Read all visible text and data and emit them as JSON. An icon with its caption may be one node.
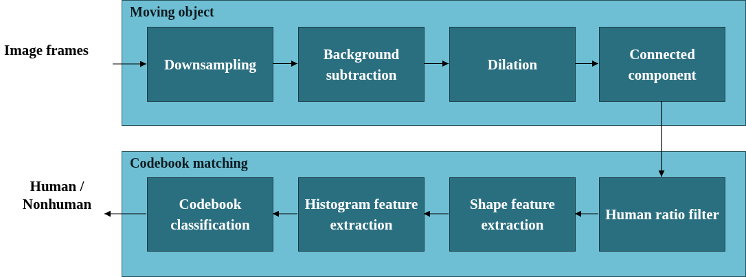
{
  "diagram": {
    "nodes": [
      {
        "text": [
          "Moving object"
        ]
      },
      {
        "text": [
          "Downsampling"
        ],
        "in": 0
      },
      {
        "text": [
          "Background subtraction"
        ],
        "in": 0
      },
      {
        "text": [
          "Dilation"
        ],
        "in": 0
      },
      {
        "text": [
          "Connected component"
        ],
        "in": 0
      },
      {
        "text": [
          "Codebook matching"
        ]
      },
      {
        "text": [
          "Codebook classification"
        ],
        "in": 5
      },
      {
        "text": [
          "Histogram feature extraction"
        ],
        "in": 5
      },
      {
        "text": [
          "Shape feature extraction"
        ],
        "in": 5
      },
      {
        "text": [
          "Human ratio filter"
        ],
        "in": 5
      },
      {
        "text": [
          "Image frames"
        ]
      },
      {
        "text": [
          "Human / Nonhuman"
        ]
      }
    ],
    "edges": [
      {
        "from": 10,
        "to": 1,
        "arrow": "to"
      },
      {
        "from": 1,
        "to": 2,
        "arrow": "to"
      },
      {
        "from": 2,
        "to": 3,
        "arrow": "to"
      },
      {
        "from": 3,
        "to": 4,
        "arrow": "to"
      },
      {
        "from": 4,
        "to": 9,
        "arrow": "to"
      },
      {
        "from": 9,
        "to": 8,
        "arrow": "to"
      },
      {
        "from": 8,
        "to": 7,
        "arrow": "to"
      },
      {
        "from": 7,
        "to": 6,
        "arrow": "to"
      },
      {
        "from": 6,
        "to": 11,
        "arrow": "to"
      }
    ]
  }
}
